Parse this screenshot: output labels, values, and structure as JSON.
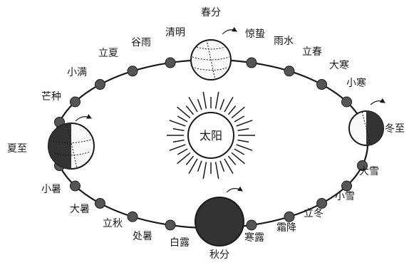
{
  "diagram": {
    "sun_label": "太阳",
    "solar_terms": [
      "春分",
      "惊蛰",
      "雨水",
      "立春",
      "大寒",
      "小寒",
      "冬至",
      "大雪",
      "小雪",
      "立冬",
      "霜降",
      "寒露",
      "秋分",
      "白露",
      "处暑",
      "立秋",
      "大暑",
      "小暑",
      "夏至",
      "芒种",
      "小满",
      "立夏",
      "谷雨",
      "清明"
    ],
    "colors": {
      "line": "#1a1a1a",
      "dot_fill": "#555555",
      "earth_dark": "#333333",
      "earth_light": "#f8f8f8",
      "background": "#ffffff"
    }
  }
}
